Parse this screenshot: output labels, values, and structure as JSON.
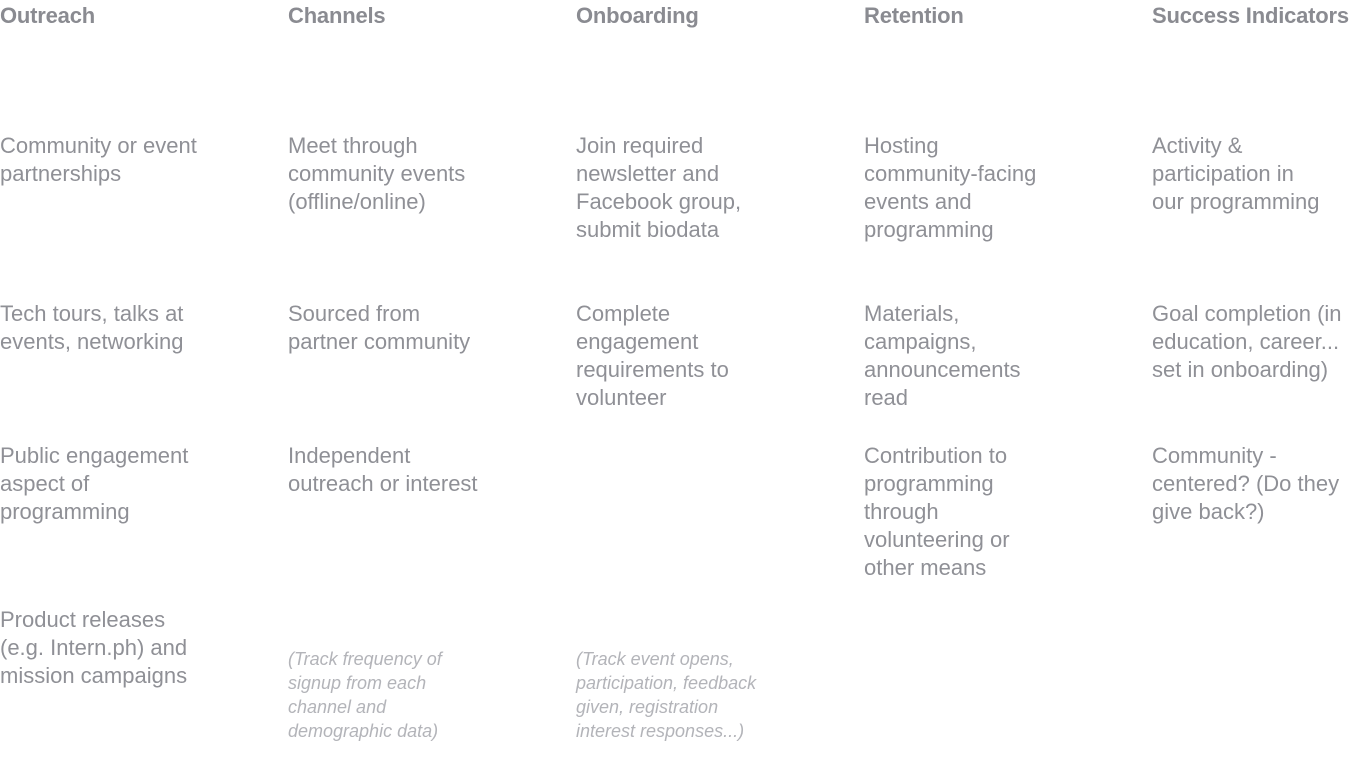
{
  "headers": [
    "Outreach",
    "Channels",
    "Onboarding",
    "Retention",
    "Success Indicators"
  ],
  "rows": [
    [
      "Community or event\npartnerships",
      "Meet through\ncommunity events\n(offline/online)",
      "Join required\nnewsletter and\nFacebook group,\nsubmit biodata",
      "Hosting\ncommunity-facing\nevents and\nprogramming",
      "Activity &\nparticipation in\nour programming"
    ],
    [
      "Tech tours, talks at\nevents, networking",
      "Sourced from\npartner community",
      "Complete\nengagement\nrequirements to\nvolunteer",
      "Materials,\ncampaigns,\nannouncements\nread",
      "Goal completion (in\neducation, career...\nset in onboarding)"
    ],
    [
      "Public engagement\naspect of\nprogramming",
      "Independent\noutreach or interest",
      "",
      "Contribution to\nprogramming\nthrough\nvolunteering or\nother means",
      "Community -\ncentered? (Do they\ngive back?)"
    ],
    [
      "Product releases\n(e.g. Intern.ph) and\nmission campaigns",
      "",
      "",
      "",
      ""
    ]
  ],
  "notes": {
    "channels": "(Track frequency of\nsignup from each\nchannel and\ndemographic data)",
    "onboarding": "(Track event opens,\nparticipation, feedback\ngiven, registration\ninterest responses...)"
  }
}
